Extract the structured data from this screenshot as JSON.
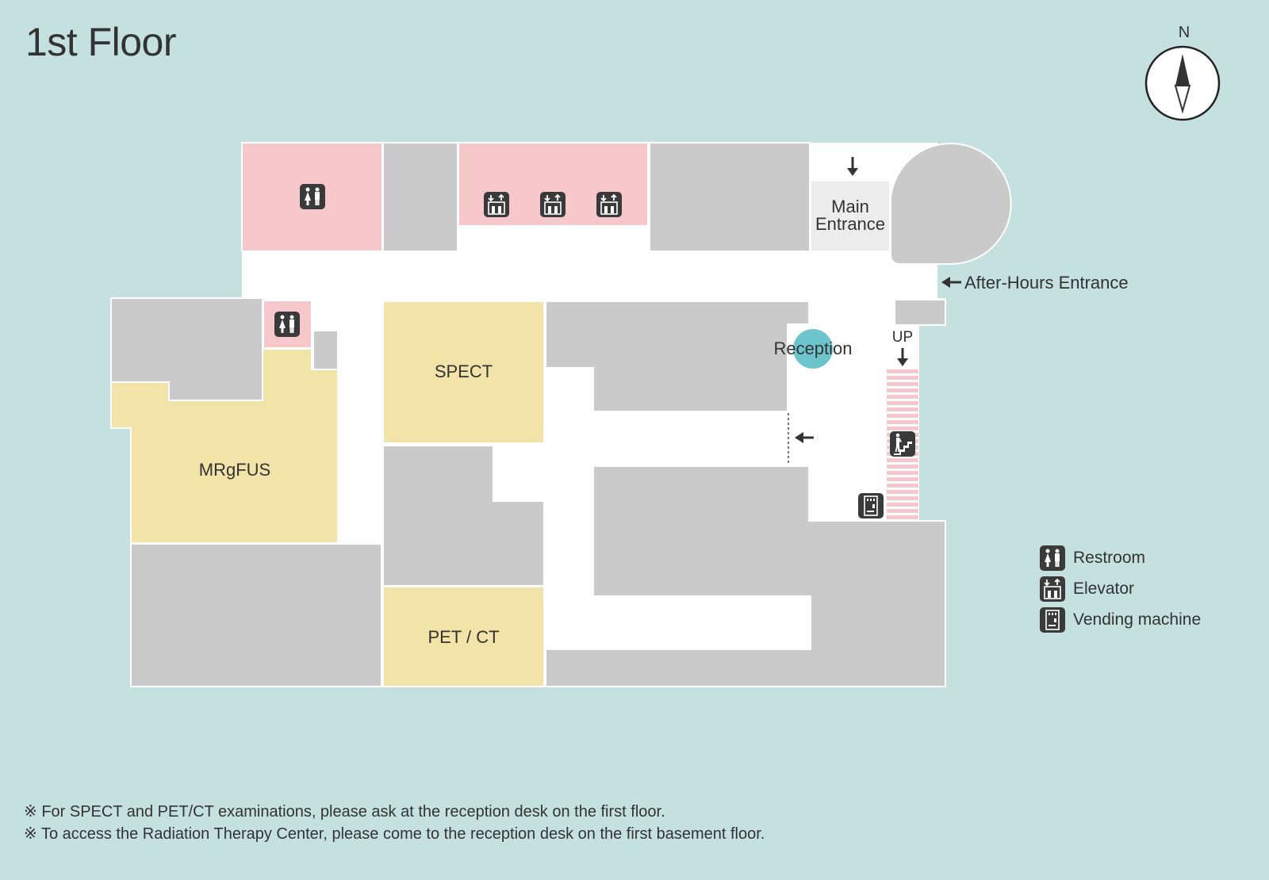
{
  "title": "1st Floor",
  "compass": {
    "label": "N"
  },
  "rooms": {
    "spect": "SPECT",
    "mrgfus": "MRgFUS",
    "petct": "PET / CT",
    "reception": "Reception",
    "main_entrance_line1": "Main",
    "main_entrance_line2": "Entrance"
  },
  "annotations": {
    "after_hours": "After-Hours Entrance",
    "stairs_up": "UP"
  },
  "legend": [
    {
      "icon": "restroom-icon",
      "label": "Restroom"
    },
    {
      "icon": "elevator-icon",
      "label": "Elevator"
    },
    {
      "icon": "vending-machine-icon",
      "label": "Vending machine"
    }
  ],
  "notes": [
    "※ For SPECT and PET/CT examinations, please ask at the reception desk on the first floor.",
    "※ To access the Radiation Therapy Center, please come to the reception desk on the first basement floor."
  ],
  "colors": {
    "background": "#c4e0df",
    "room_gray": "#cacaca",
    "facility_pink": "#f7c8cb",
    "exam_yellow": "#f2e4a8",
    "reception": "#6cc5cc"
  }
}
